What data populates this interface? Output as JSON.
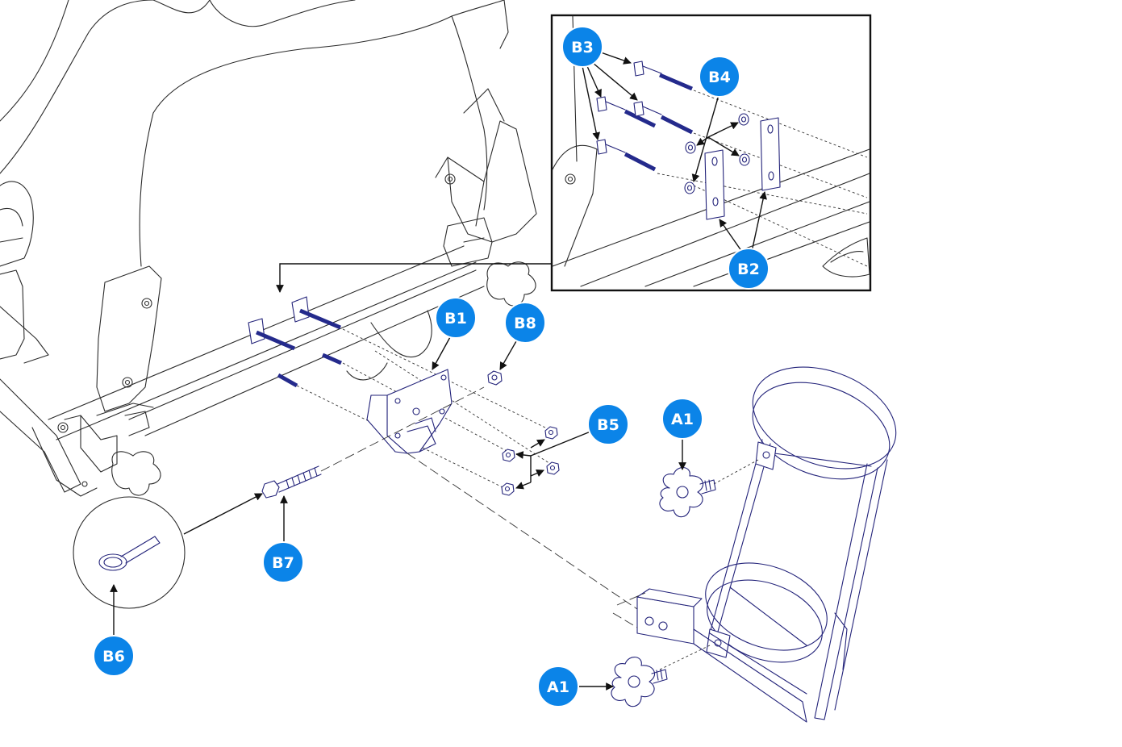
{
  "callouts": [
    {
      "id": "b3",
      "label": "B3"
    },
    {
      "id": "b4",
      "label": "B4"
    },
    {
      "id": "b2",
      "label": "B2"
    },
    {
      "id": "b1",
      "label": "B1"
    },
    {
      "id": "b8",
      "label": "B8"
    },
    {
      "id": "b5",
      "label": "B5"
    },
    {
      "id": "a1-top",
      "label": "A1"
    },
    {
      "id": "b7",
      "label": "B7"
    },
    {
      "id": "b6",
      "label": "B6"
    },
    {
      "id": "a1-bottom",
      "label": "A1"
    }
  ],
  "colors": {
    "callout_fill": "#0b84e8",
    "callout_text": "#ffffff",
    "part_outline": "#23237a",
    "frame_outline": "#2b2b2b"
  },
  "icons": [
    "arrow-head",
    "bolt",
    "washer",
    "nut",
    "knob"
  ]
}
